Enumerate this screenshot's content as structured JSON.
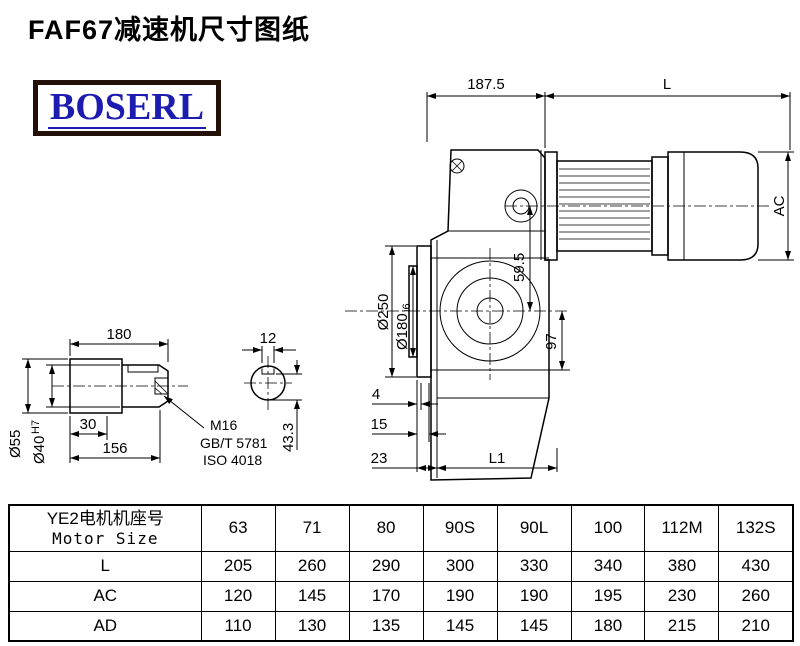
{
  "page": {
    "title": "FAF67减速机尺寸图纸",
    "logo_text": "BOSERL"
  },
  "drawing": {
    "dim_187_5": "187.5",
    "dim_L": "L",
    "dim_AC": "AC",
    "dim_250": "Ø250",
    "dim_180_main": "Ø180",
    "dim_180_sub": "i6",
    "dim_59_5": "59.5",
    "dim_97": "97",
    "dim_4": "4",
    "dim_15": "15",
    "dim_23": "23",
    "dim_L1": "L1",
    "dim_shaft_180": "180",
    "dim_12": "12",
    "dim_30": "30",
    "dim_156": "156",
    "dim_43_3": "43.3",
    "dim_55": "Ø55",
    "dim_40_main": "Ø40",
    "dim_40_sup": "H7",
    "note_m16": "M16",
    "note_gbt": "GB/T 5781",
    "note_iso": "ISO 4018"
  },
  "table": {
    "header": {
      "label_cn": "YE2电机机座号",
      "label_en": "Motor Size",
      "sizes": [
        "63",
        "71",
        "80",
        "90S",
        "90L",
        "100",
        "112M",
        "132S"
      ]
    },
    "rows": [
      {
        "label": "L",
        "values": [
          "205",
          "260",
          "290",
          "300",
          "330",
          "340",
          "380",
          "430"
        ]
      },
      {
        "label": "AC",
        "values": [
          "120",
          "145",
          "170",
          "190",
          "190",
          "195",
          "230",
          "260"
        ]
      },
      {
        "label": "AD",
        "values": [
          "110",
          "130",
          "135",
          "145",
          "145",
          "180",
          "215",
          "210"
        ]
      }
    ]
  }
}
